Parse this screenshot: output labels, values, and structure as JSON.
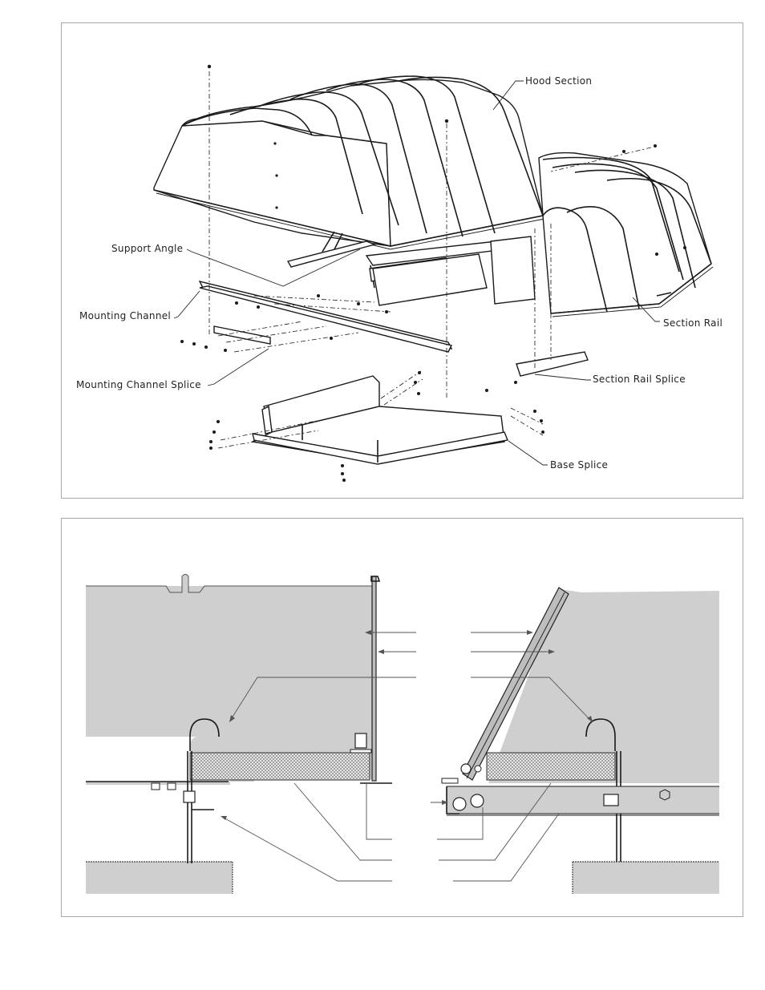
{
  "exploded_view": {
    "labels": {
      "hood_section": "Hood Section",
      "support_angle": "Support Angle",
      "mounting_channel": "Mounting Channel",
      "mounting_channel_splice": "Mounting Channel Splice",
      "section_rail": "Section Rail",
      "section_rail_splice": "Section Rail Splice",
      "base_splice": "Base Splice"
    }
  },
  "section_view": {
    "labels": []
  },
  "colors": {
    "line": "#1a1a1a",
    "panel_border": "#a8a8a8",
    "fill_gray": "#cfcfcf"
  }
}
